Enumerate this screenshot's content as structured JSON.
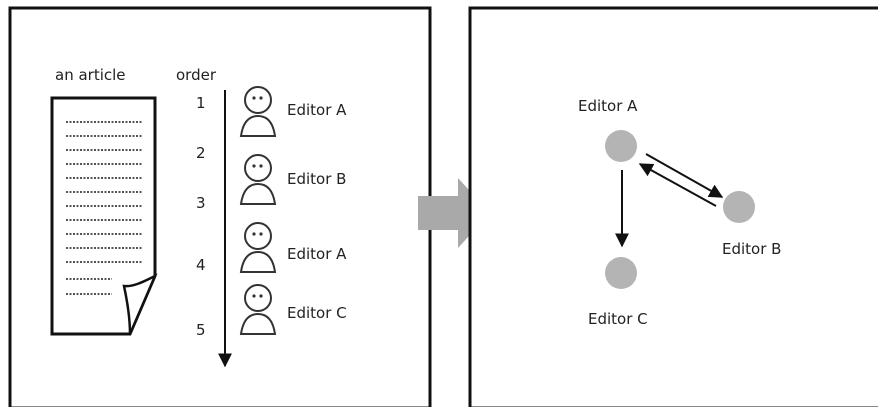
{
  "left_panel": {
    "article_label": "an article",
    "order_label": "order",
    "order_numbers": [
      "1",
      "2",
      "3",
      "4",
      "5"
    ],
    "editors": [
      {
        "label": "Editor A"
      },
      {
        "label": "Editor B"
      },
      {
        "label": "Editor A"
      },
      {
        "label": "Editor C"
      }
    ]
  },
  "right_panel": {
    "nodes": [
      {
        "id": "A",
        "label": "Editor A"
      },
      {
        "id": "B",
        "label": "Editor B"
      },
      {
        "id": "C",
        "label": "Editor C"
      }
    ],
    "edges": [
      {
        "from": "A",
        "to": "B"
      },
      {
        "from": "B",
        "to": "A"
      },
      {
        "from": "A",
        "to": "C"
      }
    ]
  },
  "colors": {
    "node_fill": "#b4b4b4",
    "arrow_fill": "#a9a9a9",
    "stroke": "#111111"
  }
}
